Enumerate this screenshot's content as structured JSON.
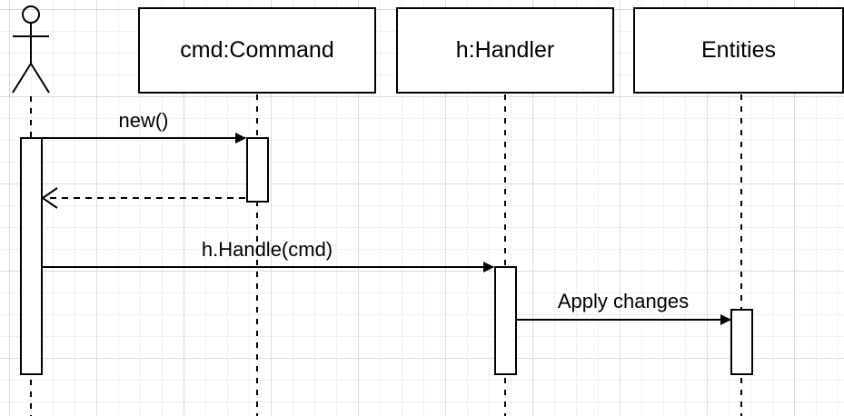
{
  "diagram": {
    "participants": [
      {
        "id": "user",
        "kind": "actor",
        "label": ""
      },
      {
        "id": "cmd",
        "kind": "object",
        "label": "cmd:Command"
      },
      {
        "id": "h",
        "kind": "object",
        "label": "h:Handler"
      },
      {
        "id": "entities",
        "kind": "object",
        "label": "Entities"
      }
    ],
    "messages": [
      {
        "from": "user",
        "to": "cmd",
        "label": "new()",
        "style": "solid"
      },
      {
        "from": "cmd",
        "to": "user",
        "label": "",
        "style": "dashed-return"
      },
      {
        "from": "user",
        "to": "h",
        "label": "h.Handle(cmd)",
        "style": "solid"
      },
      {
        "from": "h",
        "to": "entities",
        "label": "Apply changes",
        "style": "solid"
      }
    ]
  },
  "colors": {
    "line": "#000000",
    "background": "#ffffff",
    "grid": "#dcdcdc"
  }
}
